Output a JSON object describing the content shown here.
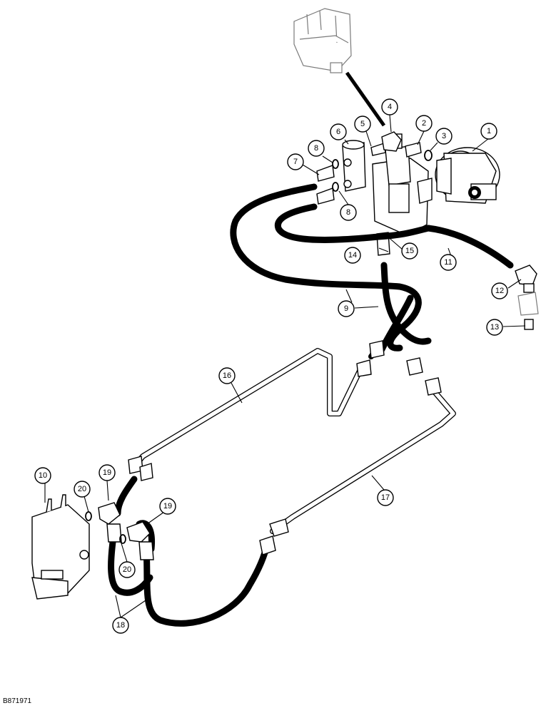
{
  "figure_id": "B871971",
  "callouts": {
    "c1": "1",
    "c2": "2",
    "c3": "3",
    "c4": "4",
    "c5": "5",
    "c6": "6",
    "c7": "7",
    "c8a": "8",
    "c8b": "8",
    "c9": "9",
    "c10": "10",
    "c11": "11",
    "c12": "12",
    "c13": "13",
    "c14": "14",
    "c15": "15",
    "c16": "16",
    "c17": "17",
    "c18": "18",
    "c19a": "19",
    "c19b": "19",
    "c20a": "20",
    "c20b": "20"
  }
}
